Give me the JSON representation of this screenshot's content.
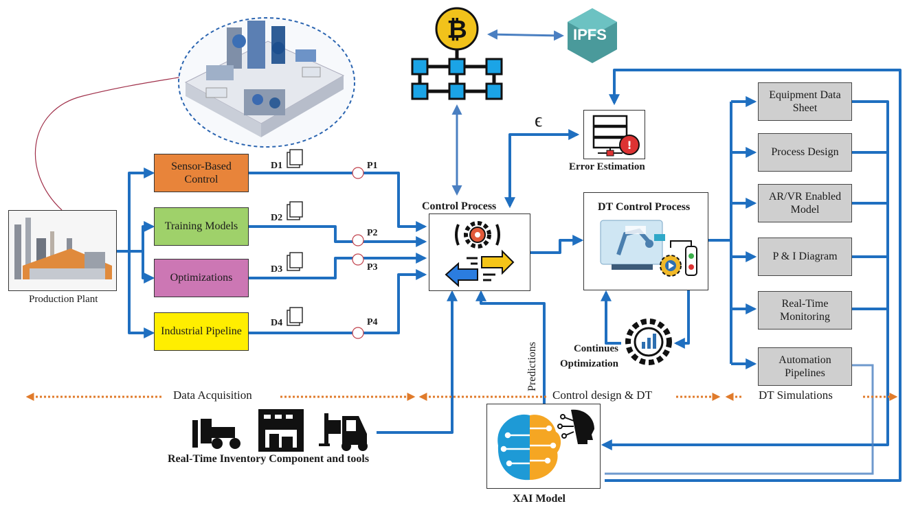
{
  "source": {
    "label": "Production Plant"
  },
  "inputs": [
    {
      "label": "Sensor-Based Control",
      "color": "#e8843a",
      "data": "D1",
      "point": "P1"
    },
    {
      "label": "Training Models",
      "color": "#9fd16a",
      "data": "D2",
      "point": "P2"
    },
    {
      "label": "Optimizations",
      "color": "#cc77b4",
      "data": "D3",
      "point": "P3"
    },
    {
      "label": "Industrial Pipeline",
      "color": "#ffee00",
      "data": "D4",
      "point": "P4"
    }
  ],
  "control": {
    "title": "Control Process"
  },
  "dt": {
    "title": "DT Control Process"
  },
  "error": {
    "label": "Error Estimation",
    "epsilon": "ϵ"
  },
  "optimization": {
    "label": "Continues Optimization"
  },
  "storage": {
    "ipfs": "IPFS"
  },
  "outputs": [
    {
      "label": "Equipment Data Sheet"
    },
    {
      "label": "Process Design"
    },
    {
      "label": "AR/VR Enabled Model"
    },
    {
      "label": "P & I Diagram"
    },
    {
      "label": "Real-Time Monitoring"
    },
    {
      "label": "Automation Pipelines"
    }
  ],
  "xai": {
    "label": "XAI Model",
    "predictions": "Predictions"
  },
  "inventory": {
    "label": "Real-Time Inventory Component and tools"
  },
  "phases": [
    "Data Acquisition",
    "Control design & DT",
    "DT Simulations"
  ],
  "colors": {
    "wire": "#1f6fc0",
    "dotted": "#e07b2b",
    "grey_box": "#cfcfcf"
  }
}
